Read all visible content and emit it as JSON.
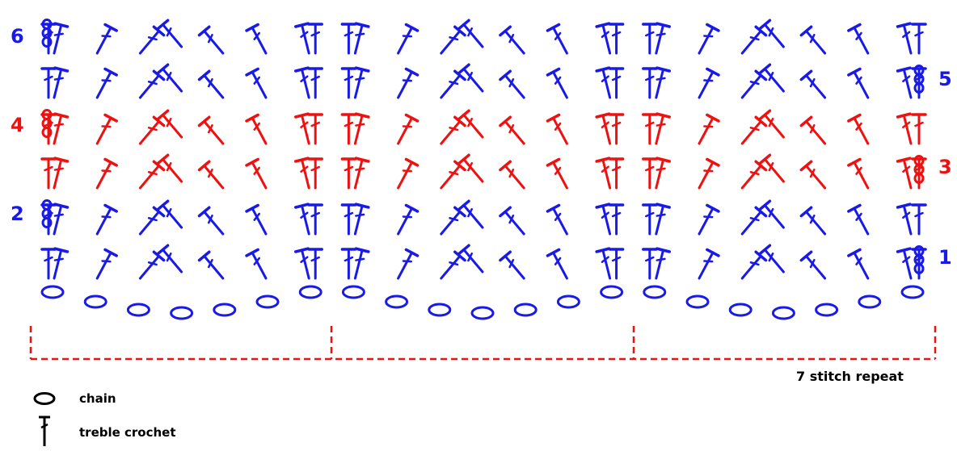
{
  "colors": {
    "blue": "#1a1ae6",
    "red": "#ee1111",
    "black": "#000000"
  },
  "rows": [
    {
      "number": "1",
      "color": "blue"
    },
    {
      "number": "2",
      "color": "blue"
    },
    {
      "number": "3",
      "color": "red"
    },
    {
      "number": "4",
      "color": "red"
    },
    {
      "number": "5",
      "color": "blue"
    },
    {
      "number": "6",
      "color": "blue"
    }
  ],
  "repeat": {
    "label": "7 stitch repeat",
    "count": 3
  },
  "legend": [
    {
      "symbol": "chain",
      "label": "chain"
    },
    {
      "symbol": "treble",
      "label": "treble crochet"
    }
  ]
}
